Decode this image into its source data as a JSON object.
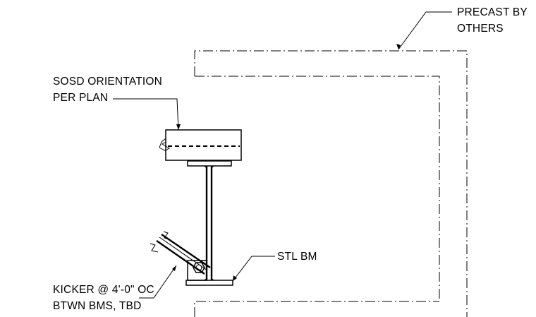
{
  "notes": {
    "precast": [
      "PRECAST BY",
      "OTHERS"
    ],
    "sosd": [
      "SOSD ORIENTATION",
      "PER PLAN"
    ],
    "stl_bm": "STL BM",
    "kicker": [
      "KICKER @ 4'-0\" OC",
      "BTWN BMS, TBD"
    ]
  },
  "colors": {
    "line": "#000000",
    "background": "#ffffff"
  }
}
